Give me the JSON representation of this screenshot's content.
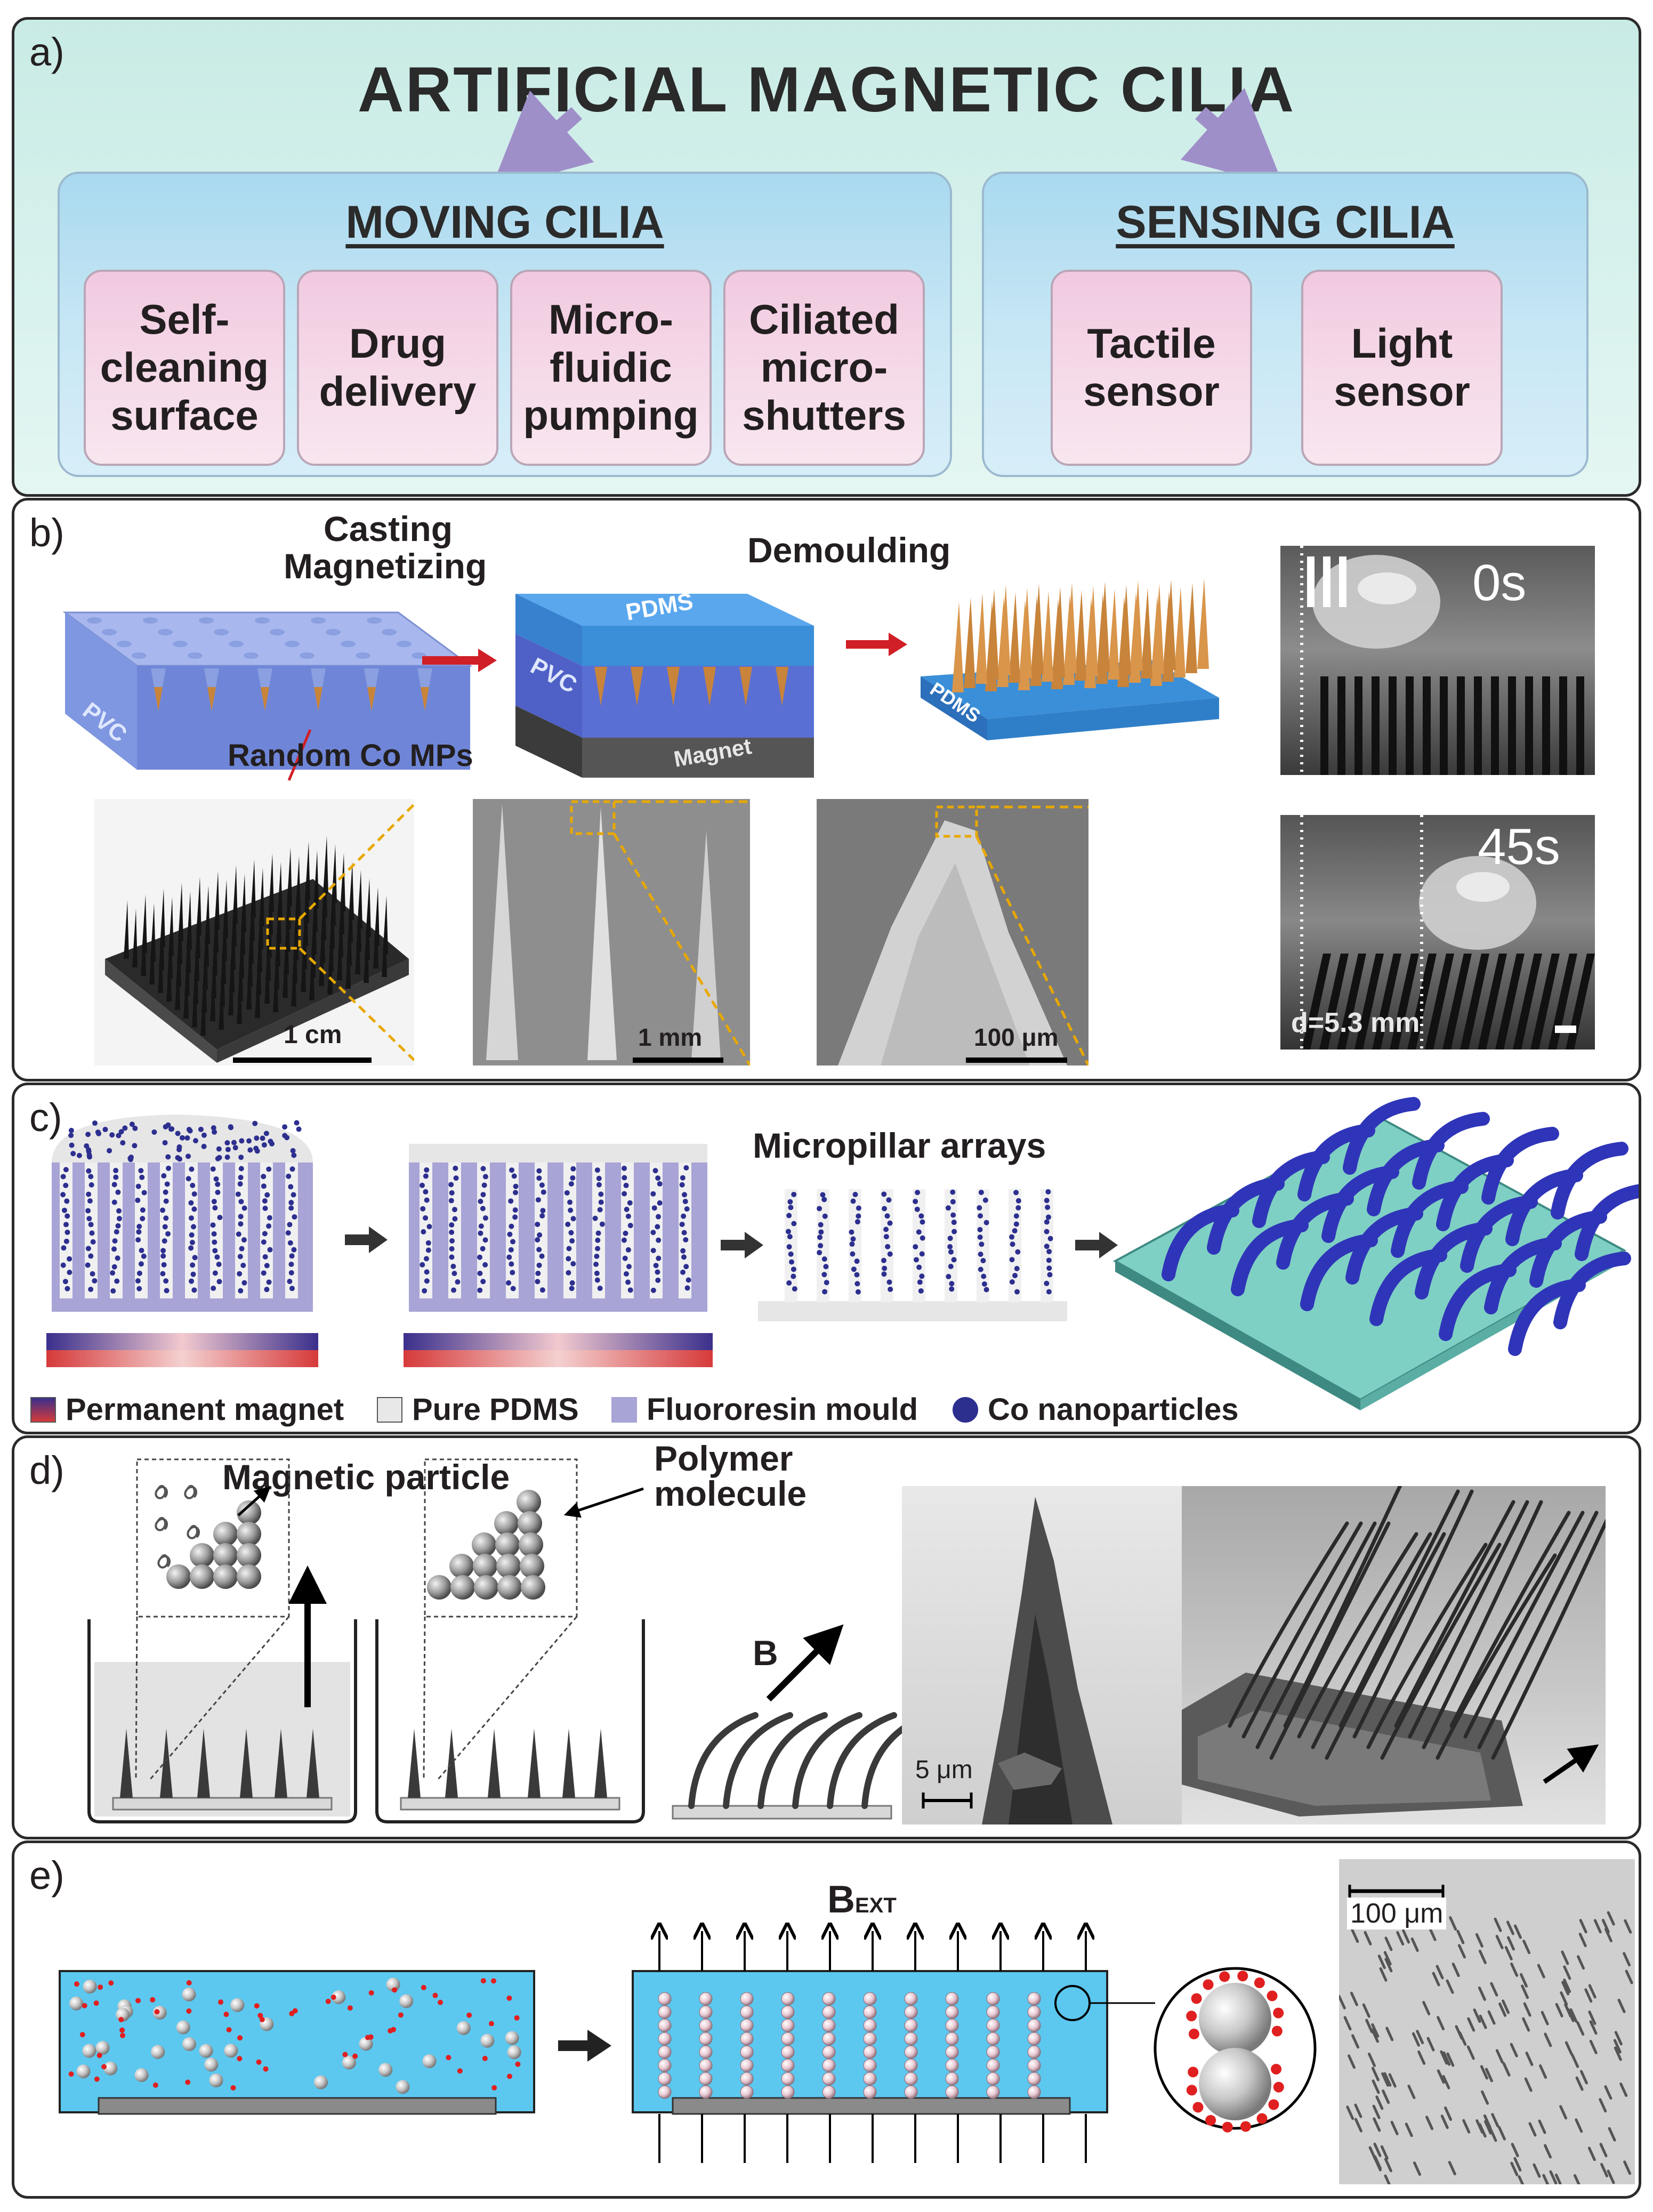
{
  "panel_a": {
    "label": "a)",
    "title": "ARTIFICIAL MAGNETIC CILIA",
    "moving": {
      "title": "MOVING CILIA",
      "items": [
        "Self-\ncleaning\nsurface",
        "Drug\ndelivery",
        "Micro-\nfluidic\npumping",
        "Ciliated\nmicro-\nshutters"
      ]
    },
    "sensing": {
      "title": "SENSING CILIA",
      "items": [
        "Tactile\nsensor",
        "Light\nsensor"
      ]
    }
  },
  "panel_b": {
    "label": "b)",
    "step_casting": "Casting",
    "step_magnetizing": "Magnetizing",
    "step_demoulding": "Demoulding",
    "pvc": "PVC",
    "pdms": "PDMS",
    "magnet": "Magnet",
    "random_co": "Random Co MPs",
    "scale_1cm": "1 cm",
    "scale_1mm": "1 mm",
    "scale_100um": "100 μm",
    "time_0": "0s",
    "time_45": "45s",
    "distance": "d=5.3 mm"
  },
  "panel_c": {
    "label": "c)",
    "micropillar": "Micropillar arrays",
    "legend": [
      "Permanent magnet",
      "Pure PDMS",
      "Fluororesin mould",
      "Co nanoparticles"
    ]
  },
  "panel_d": {
    "label": "d)",
    "magnetic_particle": "Magnetic particle",
    "polymer_molecule": "Polymer\nmolecule",
    "field_b": "B",
    "scale_5um": "5 μm"
  },
  "panel_e": {
    "label": "e)",
    "field_b": "B",
    "field_sub": "EXT",
    "scale_100um": "100 μm"
  },
  "colors": {
    "particle_blue": "#2d2f8f",
    "mould_purple": "#a8a4d6",
    "cilia_blue": "#2f35b8",
    "substrate_green": "#7fd0c4",
    "cone_orange": "#c8843a",
    "pvc_blue": "#6f86d8",
    "pdms_blue": "#3b8fd8",
    "fluid_cyan": "#5cc8f0",
    "chain_red": "#e02020",
    "arrow_purple": "#9f8fc9",
    "arrow_red": "#d01f26"
  }
}
